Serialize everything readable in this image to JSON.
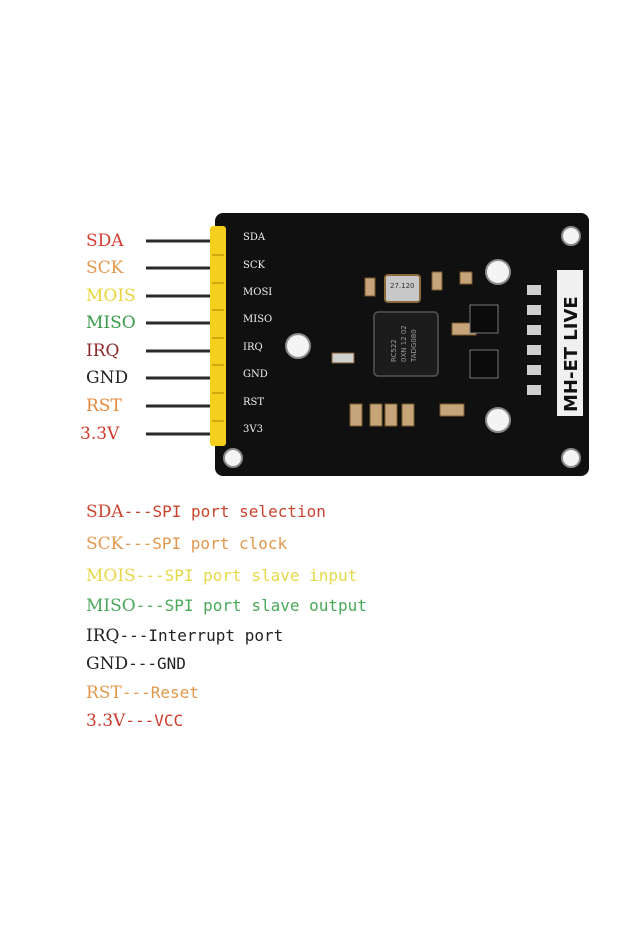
{
  "board": {
    "pcb_color": "#101010",
    "header_color": "#f5cf1d",
    "silkscreen_labels": [
      "SDA",
      "SCK",
      "MOSI",
      "MISO",
      "IRQ",
      "GND",
      "RST",
      "3V3"
    ],
    "chip_marking": [
      "RC522",
      "0XN 12 02",
      "TADG080"
    ],
    "crystal_marking": "27.120",
    "brand_text": "MH-ET LIVE"
  },
  "pins": [
    {
      "label": "SDA",
      "color": "#d63a2f"
    },
    {
      "label": "SCK",
      "color": "#e2974d"
    },
    {
      "label": "MOIS",
      "color": "#e8d43c"
    },
    {
      "label": "MISO",
      "color": "#3a9a4a"
    },
    {
      "label": "IRQ",
      "color": "#8a2a2a"
    },
    {
      "label": "GND",
      "color": "#222222"
    },
    {
      "label": "RST",
      "color": "#e48a3c"
    },
    {
      "label": "3.3V",
      "color": "#d03a2e"
    }
  ],
  "descriptions": [
    {
      "name": "SDA",
      "sep": "---",
      "text": "SPI port selection",
      "color": "#c9442f",
      "text_color": "#c9442f"
    },
    {
      "name": "SCK",
      "sep": "---",
      "text": "SPI port clock",
      "color": "#e2974d",
      "text_color": "#e2974d"
    },
    {
      "name": "MOIS",
      "sep": "---",
      "text": "SPI port slave input",
      "color": "#e5d84a",
      "text_color": "#e5d84a"
    },
    {
      "name": "MISO",
      "sep": "---",
      "text": "SPI port slave output",
      "color": "#4aa85a",
      "text_color": "#4aa85a"
    },
    {
      "name": "IRQ",
      "sep": "---",
      "text": "Interrupt port",
      "color": "#222222",
      "text_color": "#222222"
    },
    {
      "name": "GND",
      "sep": "---",
      "text": "GND",
      "color": "#222222",
      "text_color": "#222222"
    },
    {
      "name": "RST",
      "sep": "---",
      "text": "Reset",
      "color": "#e2974d",
      "text_color": "#e2974d"
    },
    {
      "name": "3.3V",
      "sep": "---",
      "text": "VCC",
      "color": "#d03a2e",
      "text_color": "#d03a2e"
    }
  ]
}
